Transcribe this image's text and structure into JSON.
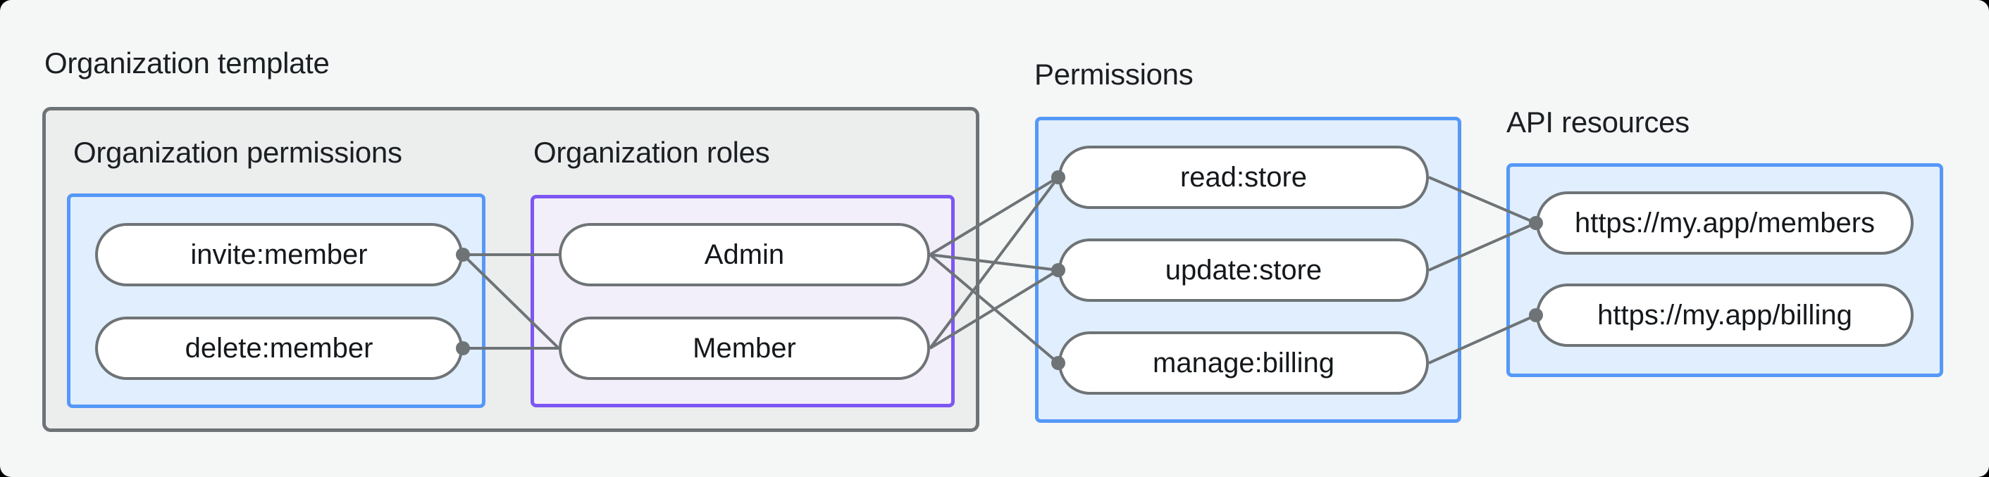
{
  "page": {
    "background": "#F5F6F6"
  },
  "palette": {
    "connector": "#6E7376",
    "blue_border": "#5598F8",
    "blue_fill": "#E0EEFD",
    "purple_border": "#7C57F3",
    "purple_fill": "#F2EEFA",
    "gray_border": "#6E7376",
    "gray_fill": "#ECEDED",
    "node_fill": "#FFFFFF",
    "text": "#1B1F23"
  },
  "org_template": {
    "title": "Organization template",
    "org_permissions": {
      "label": "Organization permissions",
      "nodes": [
        {
          "label": "invite:member"
        },
        {
          "label": "delete:member"
        }
      ]
    },
    "org_roles": {
      "label": "Organization roles",
      "nodes": [
        {
          "label": "Admin"
        },
        {
          "label": "Member"
        }
      ]
    }
  },
  "permissions": {
    "label": "Permissions",
    "nodes": [
      {
        "label": "read:store"
      },
      {
        "label": "update:store"
      },
      {
        "label": "manage:billing"
      }
    ]
  },
  "api_resources": {
    "label": "API resources",
    "nodes": [
      {
        "label": "https://my.app/members"
      },
      {
        "label": "https://my.app/billing"
      }
    ]
  },
  "edges": [
    {
      "from": "invite:member",
      "to": "Admin"
    },
    {
      "from": "invite:member",
      "to": "Member"
    },
    {
      "from": "delete:member",
      "to": "Member"
    },
    {
      "from": "Admin",
      "to": "read:store"
    },
    {
      "from": "Admin",
      "to": "update:store"
    },
    {
      "from": "Admin",
      "to": "manage:billing"
    },
    {
      "from": "Member",
      "to": "read:store"
    },
    {
      "from": "Member",
      "to": "update:store"
    },
    {
      "from": "read:store",
      "to": "https://my.app/members"
    },
    {
      "from": "update:store",
      "to": "https://my.app/members"
    },
    {
      "from": "manage:billing",
      "to": "https://my.app/billing"
    }
  ]
}
